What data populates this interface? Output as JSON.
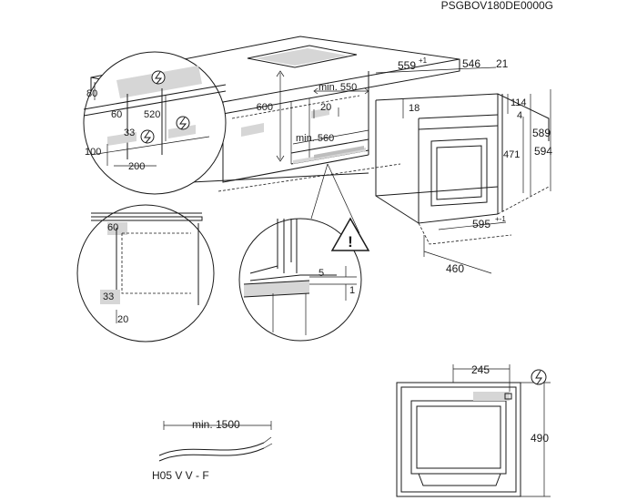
{
  "header": {
    "model_code": "PSGBOV180DE0000G"
  },
  "oven_front": {
    "depth_559": "559",
    "depth_559_tol": "+1",
    "width_546": "546",
    "width_21": "21",
    "height_114": "114",
    "height_4": "4",
    "height_18": "18",
    "height_471": "471",
    "height_589": "589",
    "height_594": "594",
    "width_595": "595",
    "width_595_tol": "+-1",
    "depth_460": "460"
  },
  "cabinet": {
    "height_600": "600",
    "min_550": "min. 550",
    "depth_20": "20",
    "min_560": "min. 560"
  },
  "detail_top": {
    "dim_80": "80",
    "dim_60": "60",
    "dim_520": "520",
    "dim_33": "33",
    "dim_100": "100",
    "dim_200": "200"
  },
  "detail_side": {
    "dim_60": "60",
    "dim_33": "33",
    "dim_20": "20"
  },
  "detail_gap": {
    "dim_5": "5",
    "dim_1": "1",
    "warning_mark": "!"
  },
  "rear_view": {
    "dim_245": "245",
    "dim_490": "490"
  },
  "cable": {
    "min_1500": "min. 1500",
    "type": "H05 V V - F"
  },
  "icons": [
    "electric-connection-icon",
    "warning-triangle-icon"
  ]
}
